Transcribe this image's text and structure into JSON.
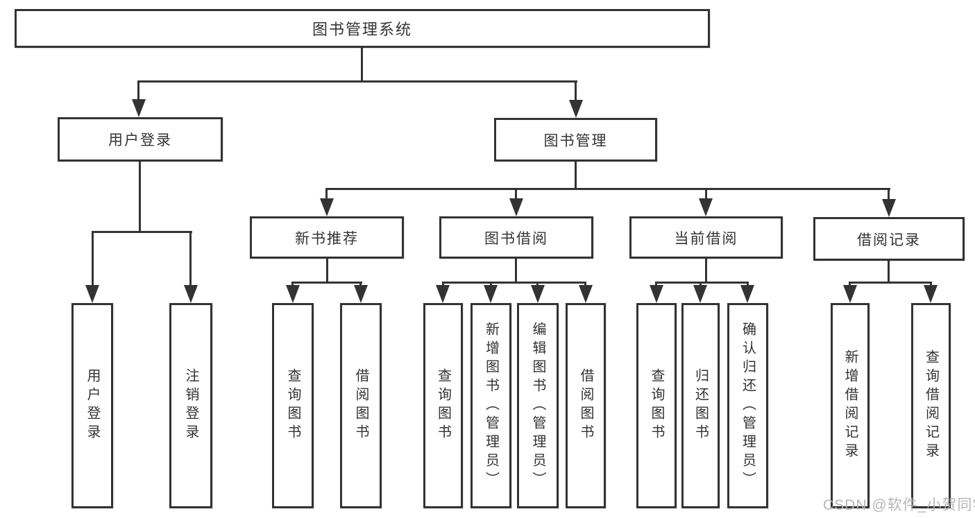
{
  "diagram": {
    "root": {
      "label": "图书管理系统",
      "children": [
        {
          "label": "用户登录",
          "children": [
            {
              "label": "用户登录"
            },
            {
              "label": "注销登录"
            }
          ]
        },
        {
          "label": "图书管理",
          "children": [
            {
              "label": "新书推荐",
              "children": [
                {
                  "label": "查询图书"
                },
                {
                  "label": "借阅图书"
                }
              ]
            },
            {
              "label": "图书借阅",
              "children": [
                {
                  "label": "查询图书"
                },
                {
                  "label": "新增图书（管理员）"
                },
                {
                  "label": "编辑图书（管理员）"
                },
                {
                  "label": "借阅图书"
                }
              ]
            },
            {
              "label": "当前借阅",
              "children": [
                {
                  "label": "查询图书"
                },
                {
                  "label": "归还图书"
                },
                {
                  "label": "确认归还（管理员）"
                }
              ]
            },
            {
              "label": "借阅记录",
              "children": [
                {
                  "label": "新增借阅记录"
                },
                {
                  "label": "查询借阅记录"
                }
              ]
            }
          ]
        }
      ]
    }
  },
  "watermark": {
    "text": "CSDN @软件_小贺同学"
  },
  "colors": {
    "line": "#333333",
    "box_border": "#333333",
    "box_background": "#ffffff",
    "text": "#333333",
    "watermark": "#b3b3b3",
    "page_background": "#ffffff"
  }
}
